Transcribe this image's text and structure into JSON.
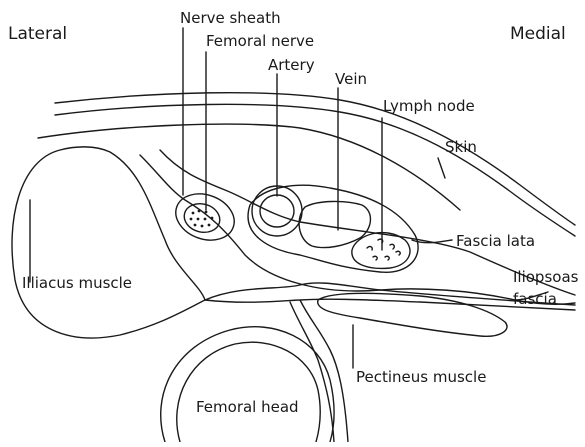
{
  "orientation": {
    "left": "Lateral",
    "right": "Medial"
  },
  "labels": {
    "nerve_sheath": "Nerve sheath",
    "femoral_nerve": "Femoral nerve",
    "artery": "Artery",
    "vein": "Vein",
    "lymph_node": "Lymph node",
    "skin": "Skin",
    "fascia_lata": "Fascia lata",
    "iliopsoas_fascia_1": "Iliopsoas",
    "iliopsoas_fascia_2": "fascia",
    "illiacus_muscle": "Illiacus muscle",
    "pectineus_muscle": "Pectineus muscle",
    "femoral_head": "Femoral head"
  },
  "colors": {
    "line": "#1a1a1a",
    "background": "#ffffff"
  }
}
